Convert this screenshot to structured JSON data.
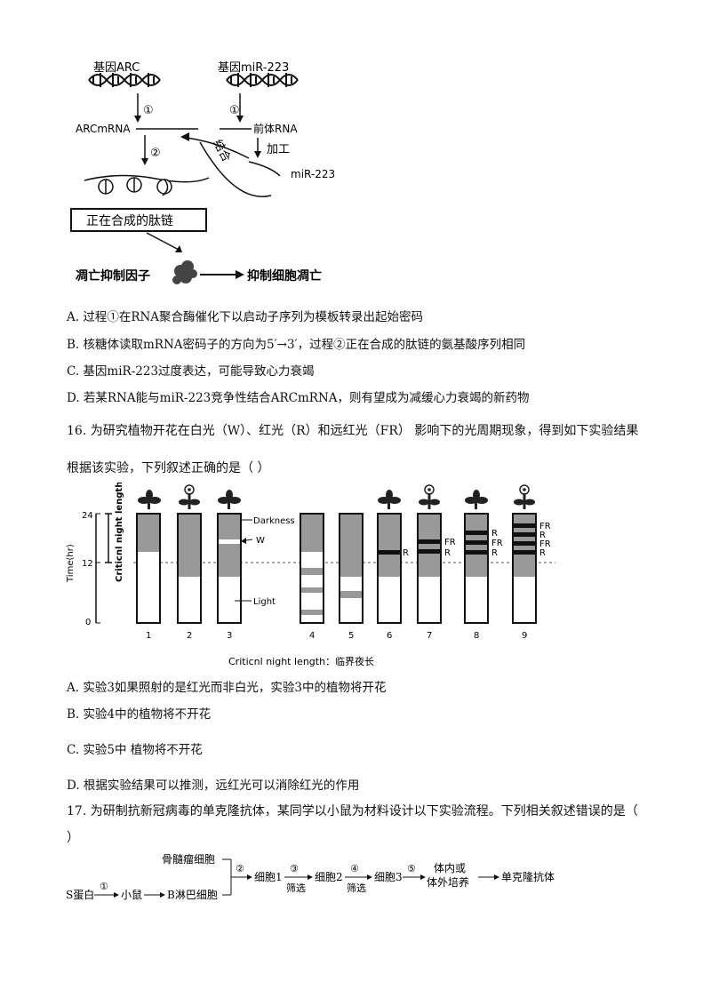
{
  "fig1": {
    "gene_arc": "基因ARC",
    "gene_mir": "基因miR-223",
    "step1_left": "①",
    "step1_right": "①",
    "step2": "②",
    "arcmrna": "ARCmRNA",
    "precursor": "前体RNA",
    "process": "加工",
    "bind": "结合",
    "mir223": "miR-223",
    "peptide_box": "正在合成的肽链",
    "apoptosis_factor": "凋亡抑制因子",
    "inhibit": "抑制细胞凋亡"
  },
  "q15_options": [
    "A. 过程①在RNA聚合酶催化下以启动子序列为模板转录出起始密码",
    "B. 核糖体读取mRNA密码子的方向为5′→3′，过程②正在合成的肽链的氨基酸序列相同",
    "C. 基因miR-223过度表达，可能导致心力衰竭",
    "D. 若某RNA能与miR-223竞争性结合ARCmRNA，则有望成为减缓心力衰竭的新药物"
  ],
  "q16": {
    "stem_line1": "16. 为研究植物开花在白光（W）、红光（R）和远红光（FR）  影响下的光周期现象，得到如下实验结果",
    "stem_line2": "根据该实验，下列叙述正确的是（      ）",
    "options": [
      "A. 实验3如果照射的是红光而非白光，实验3中的植物将开花",
      "B. 实验4中的植物将不开花",
      "C. 实验5中   植物将不开花",
      "D. 根据实验结果可以推测，远红光可以消除红光的作用"
    ]
  },
  "fig2": {
    "y_axis_label": "Time(hr)",
    "y_ticks": [
      "24",
      "12",
      "0"
    ],
    "critical_label": "Criticnl night length",
    "darkness_label": "Darkness",
    "w_label": "W",
    "light_label": "Light",
    "caption": "Criticnl night length：临界夜长",
    "experiments": [
      "1",
      "2",
      "3",
      "4",
      "5",
      "6",
      "7",
      "8",
      "9"
    ],
    "exp6_labels": [
      "R"
    ],
    "exp7_labels": [
      "FR",
      "R"
    ],
    "exp8_labels": [
      "R",
      "FR",
      "R"
    ],
    "exp9_labels": [
      "FR",
      "R",
      "FR",
      "R"
    ]
  },
  "q17": {
    "stem_line1": "17. 为研制抗新冠病毒的单克隆抗体，某同学以小鼠为材料设计以下实验流程。下列相关叙述错误的是（",
    "stem_line2": "）"
  },
  "fig3": {
    "myeloma": "骨髓瘤细胞",
    "s_protein": "S蛋白",
    "step1": "①",
    "mouse": "小鼠",
    "b_cell": "B淋巴细胞",
    "step2": "②",
    "cell1": "细胞1",
    "step3": "③",
    "screen1": "筛选",
    "cell2": "细胞2",
    "step4": "④",
    "screen2": "筛选",
    "cell3": "细胞3",
    "step5": "⑤",
    "culture_line1": "体内或",
    "culture_line2": "体外培养",
    "antibody": "单克隆抗体"
  }
}
